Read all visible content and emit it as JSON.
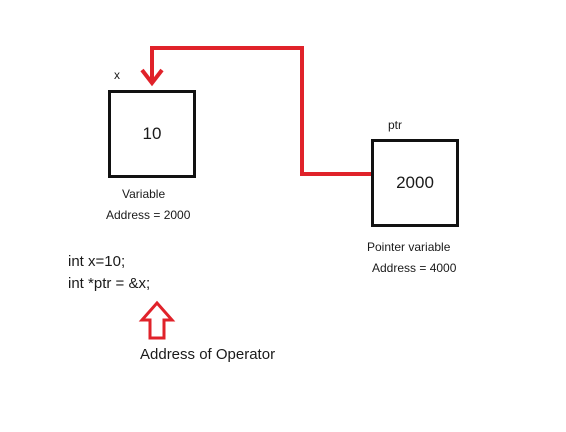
{
  "colors": {
    "arrow": "#e0222a",
    "box_border": "#111111",
    "text": "#1a1a1a"
  },
  "variable": {
    "name_label": "x",
    "value": "10",
    "caption": "Variable",
    "address": "Address = 2000"
  },
  "pointer": {
    "name_label": "ptr",
    "value": "2000",
    "caption": "Pointer variable",
    "address": "Address = 4000"
  },
  "code": {
    "line1": "int x=10;",
    "line2": "int *ptr = &x;"
  },
  "annotation": {
    "label": "Address of Operator"
  },
  "icons": {
    "connector": "red-elbow-arrow-icon",
    "pointer_up": "red-outline-up-arrow-icon"
  }
}
